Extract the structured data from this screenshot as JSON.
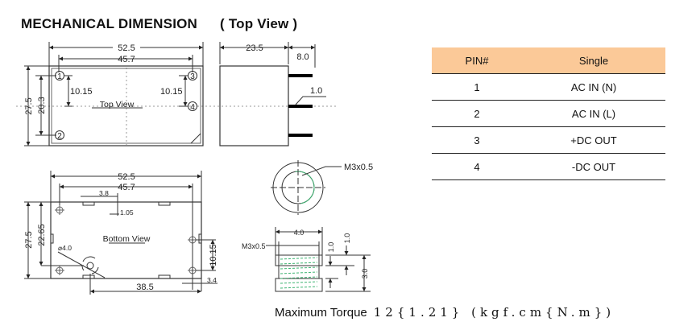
{
  "header": {
    "title": "MECHANICAL DIMENSION",
    "subtitle": "( Top View )"
  },
  "top_view": {
    "label": "Top View",
    "dims": {
      "length": "52.5",
      "pin_span": "45.7",
      "width": "27.5",
      "pin_vertical": "20.3",
      "pin_pitch_left": "10.15",
      "pin_pitch_right": "10.15"
    },
    "pins": [
      "1",
      "2",
      "3",
      "4"
    ]
  },
  "side_view": {
    "dims": {
      "height": "23.5",
      "pin_length": "8.0",
      "pin_dia": "1.0"
    }
  },
  "bottom_view": {
    "label": "Bottom View",
    "dims": {
      "length": "52.5",
      "span": "45.7",
      "tab": "3.8",
      "tab_depth": "1.05",
      "width": "27.5",
      "screw_y": "22.65",
      "hole_dia": "⌀4.0",
      "pitch": "10.15",
      "screw_x": "38.5",
      "edge": "3.4"
    }
  },
  "nut": {
    "thread_top": "M3x0.5",
    "thread_side": "M3x0.5",
    "dia": "4.0",
    "h1": "1.0",
    "h2": "1.0",
    "h3": "3.0"
  },
  "pin_table": {
    "headers": [
      "PIN#",
      "Single"
    ],
    "rows": [
      {
        "pin": "1",
        "function": "AC IN (N)"
      },
      {
        "pin": "2",
        "function": "AC IN (L)"
      },
      {
        "pin": "3",
        "function": "+DC OUT"
      },
      {
        "pin": "4",
        "function": "-DC OUT"
      }
    ]
  },
  "torque": {
    "label": "Maximum Torque",
    "value": "12{1.21} (kgf.cm{N.m})"
  },
  "colors": {
    "table_header": "#fbc998",
    "thread": "#3cb371"
  }
}
